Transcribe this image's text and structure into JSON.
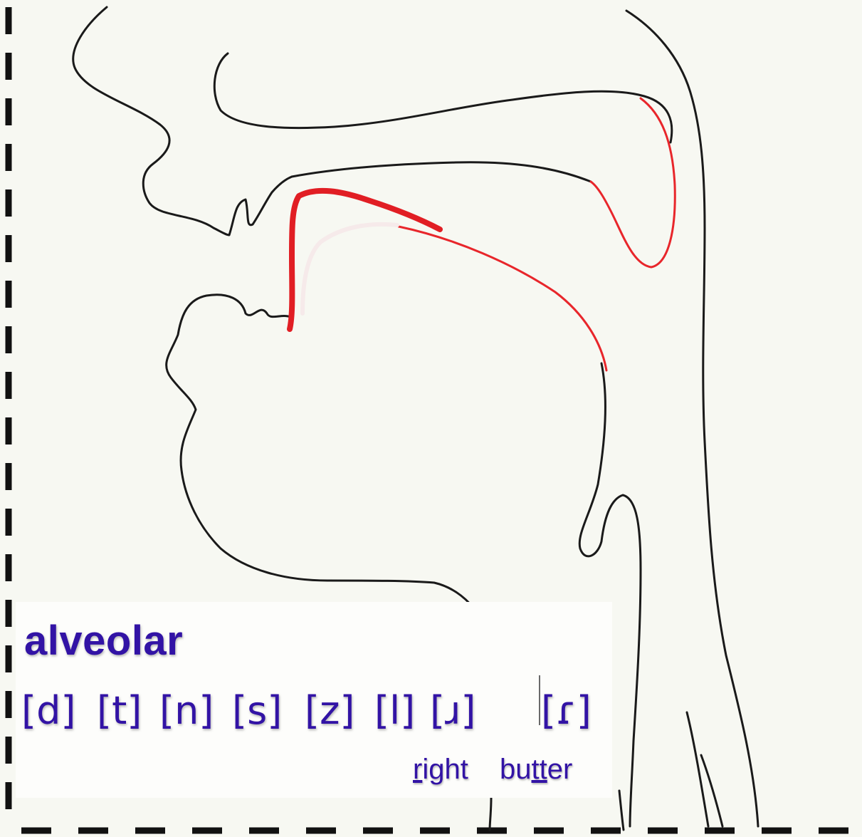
{
  "title": "alveolar",
  "symbols": [
    "[d]",
    "[t]",
    "[n]",
    "[s]",
    "[z]",
    "[l]",
    "[ɹ]",
    "[ɾ]"
  ],
  "examples": {
    "right": {
      "underlined": "r",
      "rest": "ight"
    },
    "butter": {
      "before": "bu",
      "underlined": "tt",
      "after": "er"
    }
  },
  "colors": {
    "text": "#3213a5",
    "outline": "#1a1a1a",
    "articulator": "#e8262b",
    "border": "#111111",
    "background": "#f7f8f2"
  }
}
